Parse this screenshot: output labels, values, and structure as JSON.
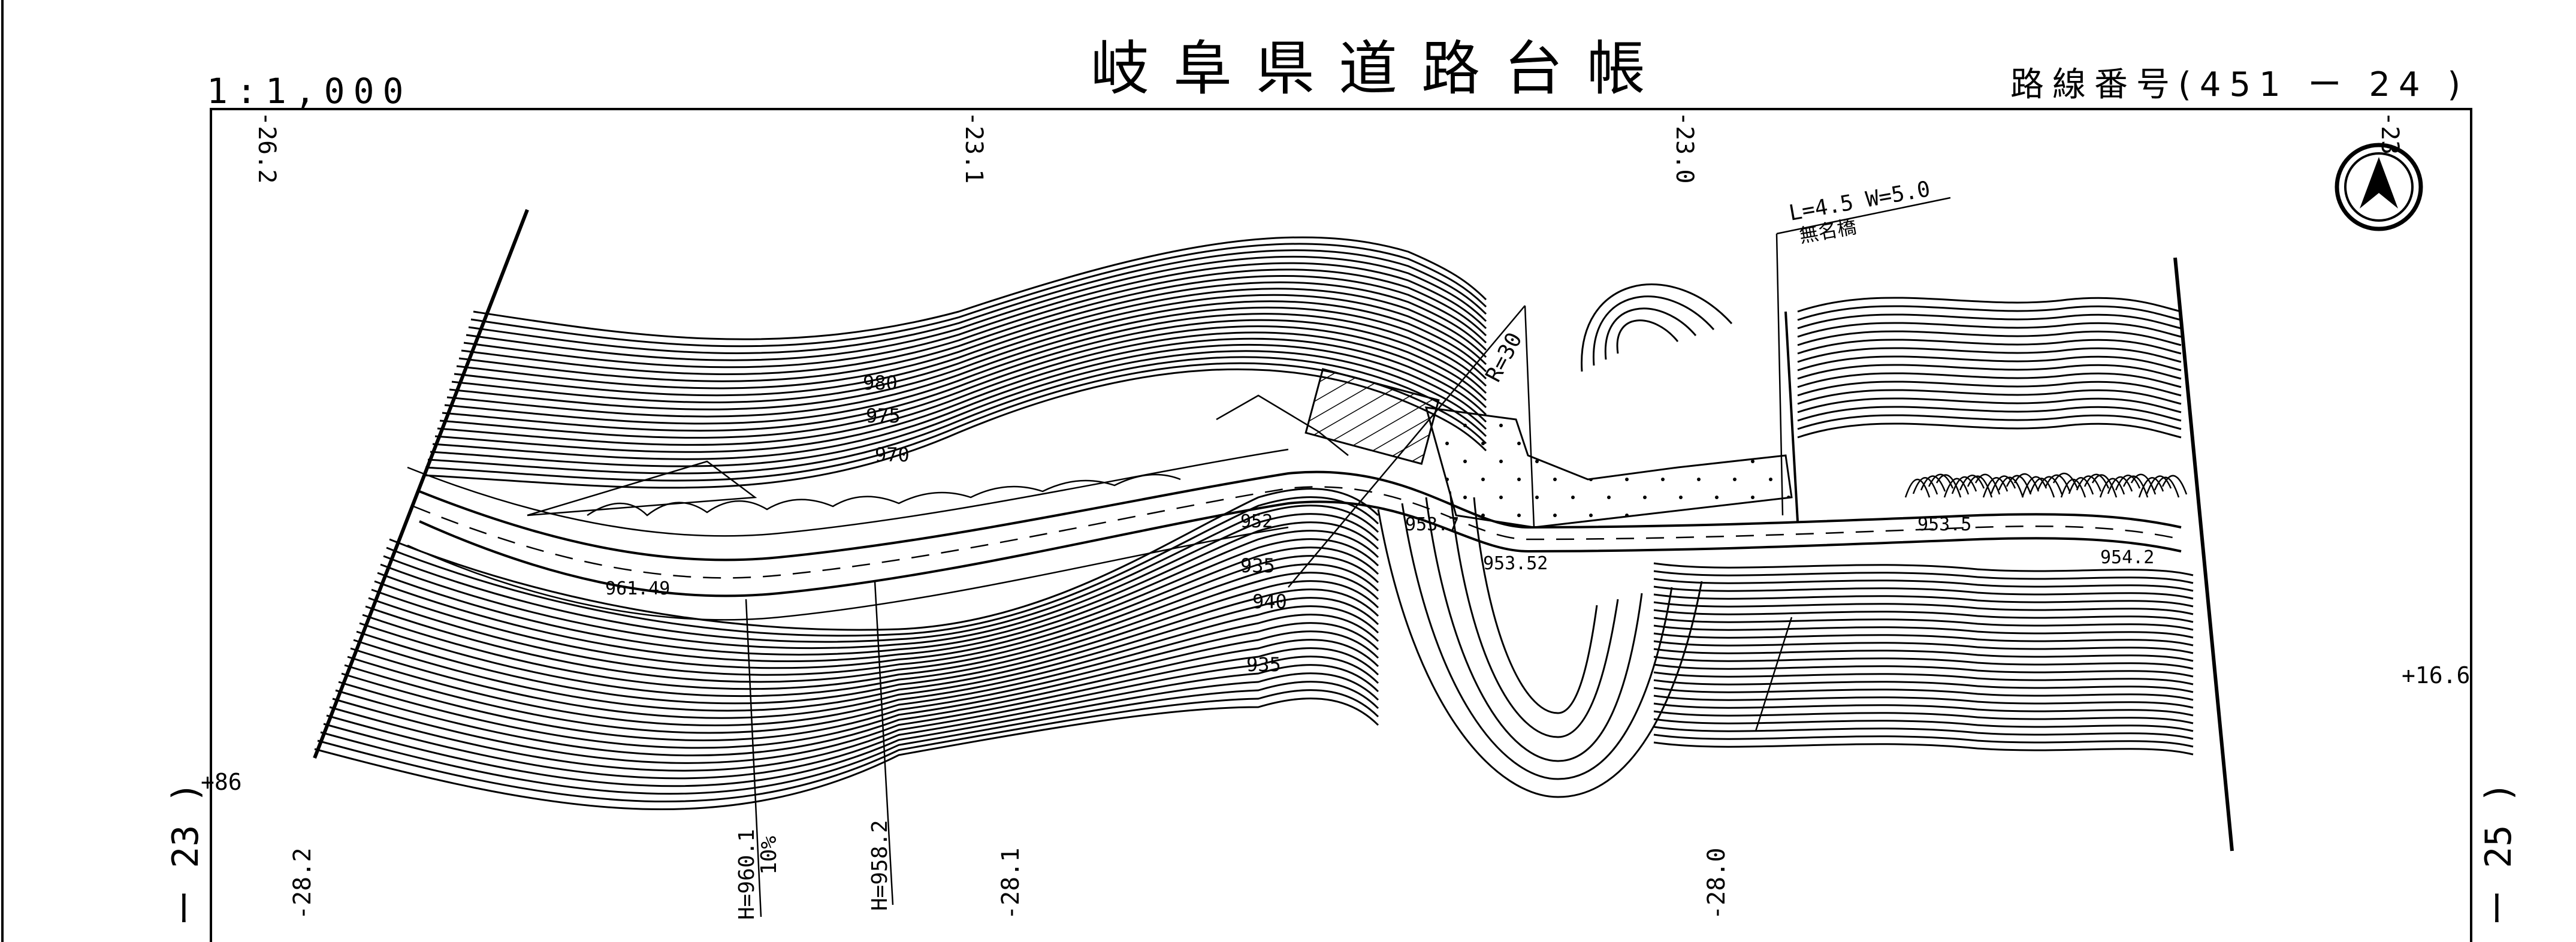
{
  "header": {
    "scale": "1:1,000",
    "title": "岐阜県道路台帳",
    "route_number": "路線番号(451 ー 24 )"
  },
  "side_labels": {
    "left": "ー 23 )",
    "right": "ー 25 )"
  },
  "north_arrow_icon": "north-arrow-icon",
  "map": {
    "station_labels_top": [
      "-26.2",
      "-23.1",
      "-23.0",
      "-23"
    ],
    "station_labels_bottom": [
      "-28.2",
      "-28.1",
      "-28.0"
    ],
    "contour_labels": [
      "980",
      "975",
      "970",
      "935",
      "940",
      "935"
    ],
    "road_labels": [
      "961.49",
      "953.52",
      "953.5",
      "954.2",
      "953.7",
      "952"
    ],
    "bridge_label": "L=4.5 W=5.0",
    "bridge_name": "無名橋",
    "curve_label": "R=30",
    "height_labels": [
      "H=960.1",
      "H=958.2"
    ],
    "grade_label": "10%",
    "edge_labels": [
      "+16.6",
      "+86"
    ]
  }
}
